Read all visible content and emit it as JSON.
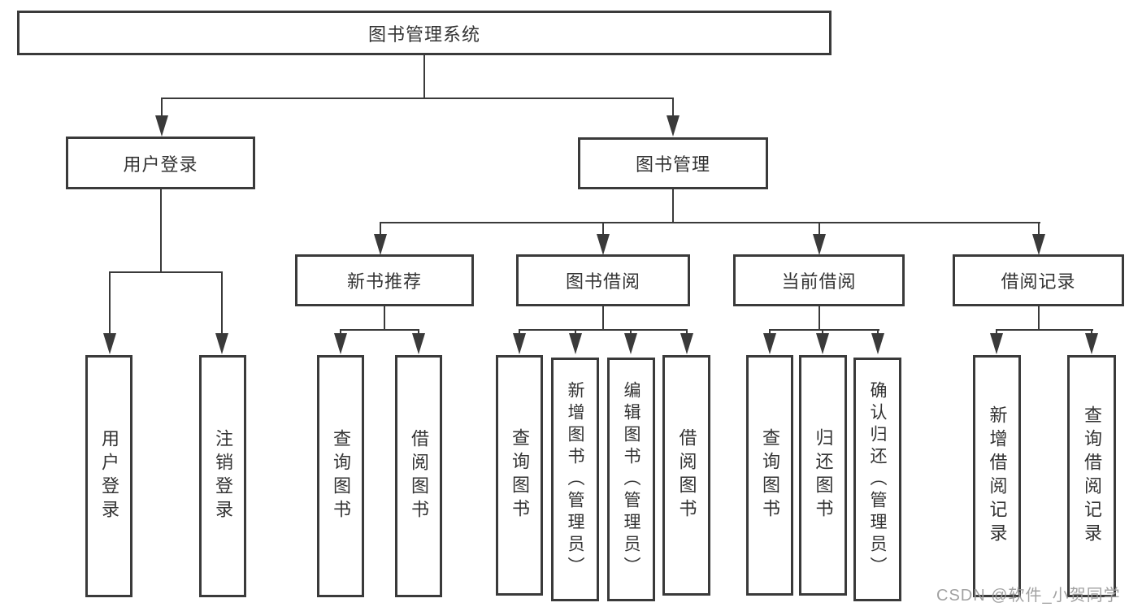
{
  "diagram": {
    "root": "图书管理系统",
    "level2": [
      "用户登录",
      "图书管理"
    ],
    "level3": [
      "新书推荐",
      "图书借阅",
      "当前借阅",
      "借阅记录"
    ],
    "leaves": {
      "user_login": [
        "用户登录",
        "注销登录"
      ],
      "new_book": [
        "查询图书",
        "借阅图书"
      ],
      "book_borrow": [
        "查询图书",
        "新增图书（管理员）",
        "编辑图书（管理员）",
        "借阅图书"
      ],
      "current_borrow": [
        "查询图书",
        "归还图书",
        "确认归还（管理员）"
      ],
      "borrow_record": [
        "新增借阅记录",
        "查询借阅记录"
      ]
    },
    "watermark": "CSDN @软件_小贺同学"
  },
  "colors": {
    "line": "#3a3a3a",
    "text": "#333333",
    "watermark": "#9a9a9a",
    "background": "#ffffff"
  }
}
